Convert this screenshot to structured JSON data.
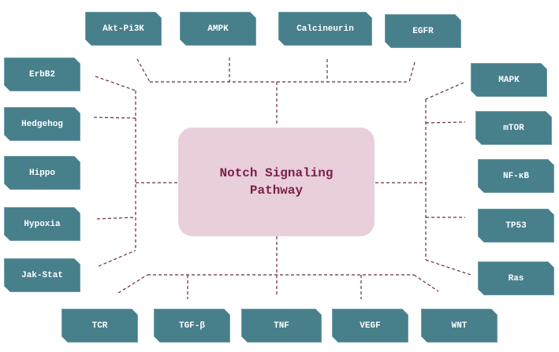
{
  "center": {
    "title": "Notch Signaling Pathway"
  },
  "nodes": {
    "top": [
      "Akt-Pi3K",
      "AMPK",
      "Calcineurin",
      "EGFR"
    ],
    "left": [
      "ErbB2",
      "Hedgehog",
      "Hippo",
      "Hypoxia",
      "Jak-Stat"
    ],
    "right": [
      "MAPK",
      "mTOR",
      "NF-κB",
      "TP53",
      "Ras"
    ],
    "bottom": [
      "TCR",
      "TGF-β",
      "TNF",
      "VEGF",
      "WNT"
    ]
  },
  "colors": {
    "node": "#477f8b",
    "center": "#e8cfdb",
    "center_text": "#7a1f4b",
    "line": "#6a2a4a"
  }
}
